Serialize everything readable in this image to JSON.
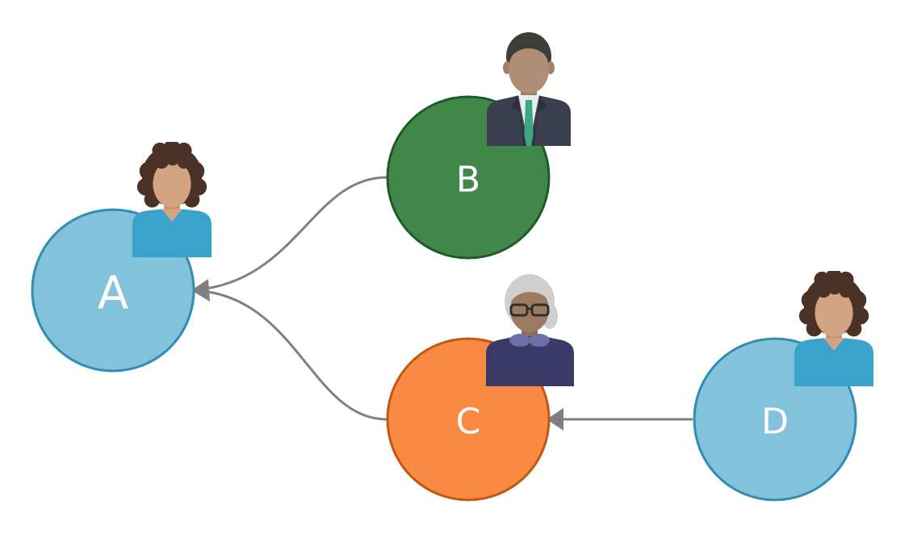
{
  "diagram": {
    "nodes": [
      {
        "id": "A",
        "label": "A",
        "fill": "#84c2dc",
        "stroke": "#2f8db4",
        "avatar": "woman-curly-hair-blue-top-icon"
      },
      {
        "id": "B",
        "label": "B",
        "fill": "#42874a",
        "stroke": "#1f5a27",
        "avatar": "man-suit-green-tie-icon"
      },
      {
        "id": "C",
        "label": "C",
        "fill": "#f98a41",
        "stroke": "#c25614",
        "avatar": "older-woman-glasses-icon"
      },
      {
        "id": "D",
        "label": "D",
        "fill": "#84c2dc",
        "stroke": "#2f8db4",
        "avatar": "woman-curly-hair-blue-top-icon"
      }
    ],
    "edges": [
      {
        "from": "B",
        "to": "A",
        "color": "#808080"
      },
      {
        "from": "C",
        "to": "A",
        "color": "#808080"
      },
      {
        "from": "D",
        "to": "C",
        "color": "#808080"
      }
    ]
  }
}
